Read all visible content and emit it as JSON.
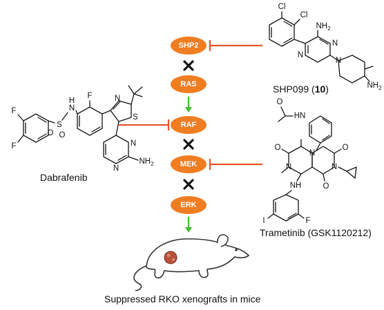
{
  "pathway": {
    "nodes": [
      "SHP2",
      "RAS",
      "RAF",
      "MEK",
      "ERK"
    ],
    "node_color": "#ef7d22",
    "block_color": "#111111",
    "activation_arrow_color": "#3cbf2c",
    "inhibition_color": "#e8542a"
  },
  "compounds": {
    "shp099": {
      "name": "SHP099 (",
      "number": "10",
      "close": ")",
      "atoms": {
        "cl": "Cl",
        "nh2": "NH",
        "nh2_sub": "2",
        "n": "N",
        "nh2b": "NH",
        "nh2b_sub": "2"
      }
    },
    "dabrafenib": {
      "name": "Dabrafenib",
      "atoms": {
        "f": "F",
        "s": "S",
        "o": "O",
        "h": "H",
        "n": "N",
        "nh2": "NH",
        "nh2_sub": "2"
      }
    },
    "trametinib": {
      "name": "Trametinib (GSK1120212)",
      "atoms": {
        "hn": "HN",
        "o": "O",
        "n": "N",
        "nh": "NH",
        "i": "I",
        "f": "F"
      }
    }
  },
  "outcome": {
    "caption": "Suppressed RKO xenografts in mice",
    "mouse_color": "#ffffff",
    "tumor_color": "#b8503a"
  }
}
